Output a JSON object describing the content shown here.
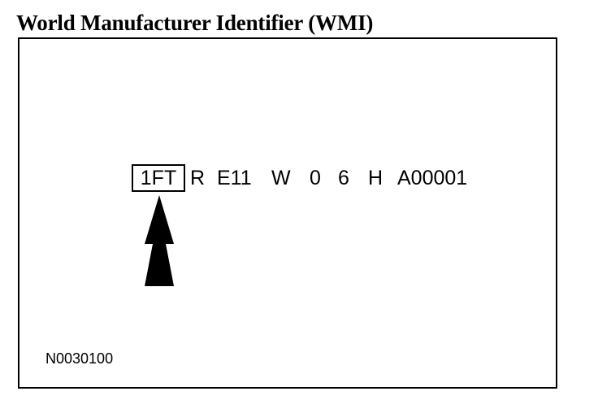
{
  "title": "World Manufacturer Identifier (WMI)",
  "vin": {
    "highlighted": "1FT",
    "segments": [
      "R",
      "E11",
      "W",
      "0",
      "6",
      "H",
      "A00001"
    ]
  },
  "figure_id": "N0030100",
  "colors": {
    "ink": "#000000",
    "background": "#ffffff"
  },
  "icons": {
    "pointer": "arrow-up-icon"
  }
}
